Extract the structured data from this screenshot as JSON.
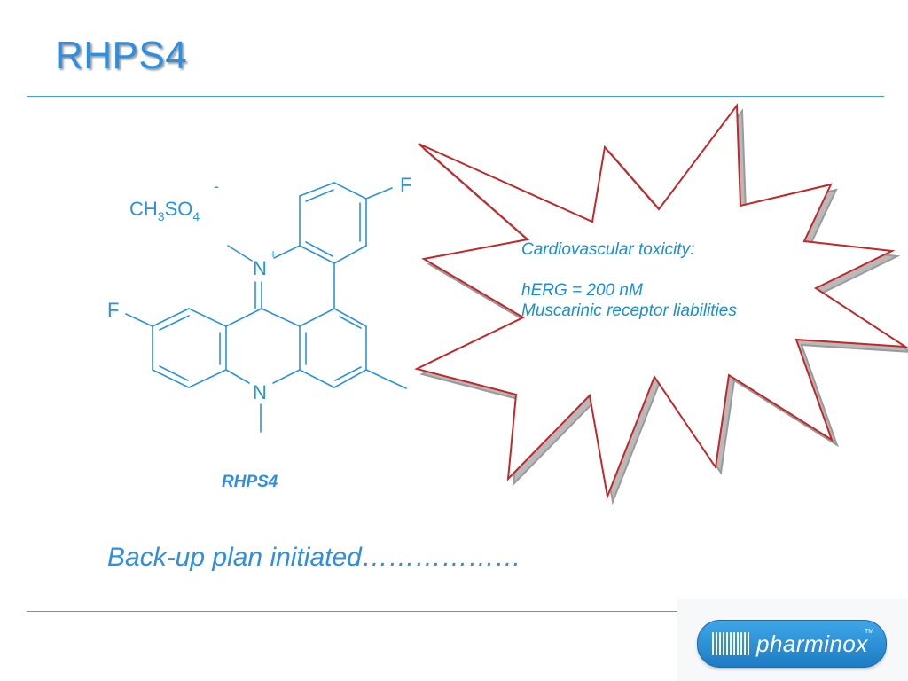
{
  "slide": {
    "title": "RHPS4",
    "subtitle": "Back-up plan initiated………………"
  },
  "structure": {
    "counterion_main": "CH",
    "counterion_sub1": "3",
    "counterion_mid": "SO",
    "counterion_sub2": "4",
    "counterion_charge": "-",
    "n_plus_label": "N",
    "n_plus_charge": "+",
    "n_label": "N",
    "fluorine_top": "F",
    "fluorine_left": "F",
    "compound_name": "RHPS4"
  },
  "callout": {
    "line1": "Cardiovascular toxicity:",
    "line2": "hERG = 200 nM",
    "line3": "Muscarinic receptor liabilities"
  },
  "logo": {
    "text": "pharminox",
    "tm": "TM"
  },
  "colors": {
    "title_blue": "#2E8EE0",
    "structure_blue": "#2A93DC",
    "callout_border": "#C0282A",
    "rule_blue": "#3FA2E6"
  }
}
